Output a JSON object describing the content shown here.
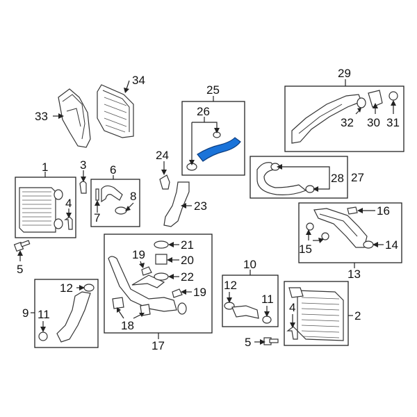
{
  "callouts": {
    "c1": "1",
    "c2": "2",
    "c3": "3",
    "c4a": "4",
    "c4b": "4",
    "c5a": "5",
    "c5b": "5",
    "c6": "6",
    "c7": "7",
    "c8": "8",
    "c9": "9",
    "c10": "10",
    "c11a": "11",
    "c11b": "11",
    "c12a": "12",
    "c12b": "12",
    "c13": "13",
    "c14": "14",
    "c15": "15",
    "c16": "16",
    "c17": "17",
    "c18": "18",
    "c19a": "19",
    "c19b": "19",
    "c20": "20",
    "c21": "21",
    "c22": "22",
    "c23": "23",
    "c24": "24",
    "c25": "25",
    "c26": "26",
    "c27": "27",
    "c28": "28",
    "c29": "29",
    "c30": "30",
    "c31": "31",
    "c32": "32",
    "c33": "33",
    "c34": "34"
  },
  "colors": {
    "highlight": "#1a73d9",
    "line": "#222222",
    "background": "#ffffff"
  }
}
